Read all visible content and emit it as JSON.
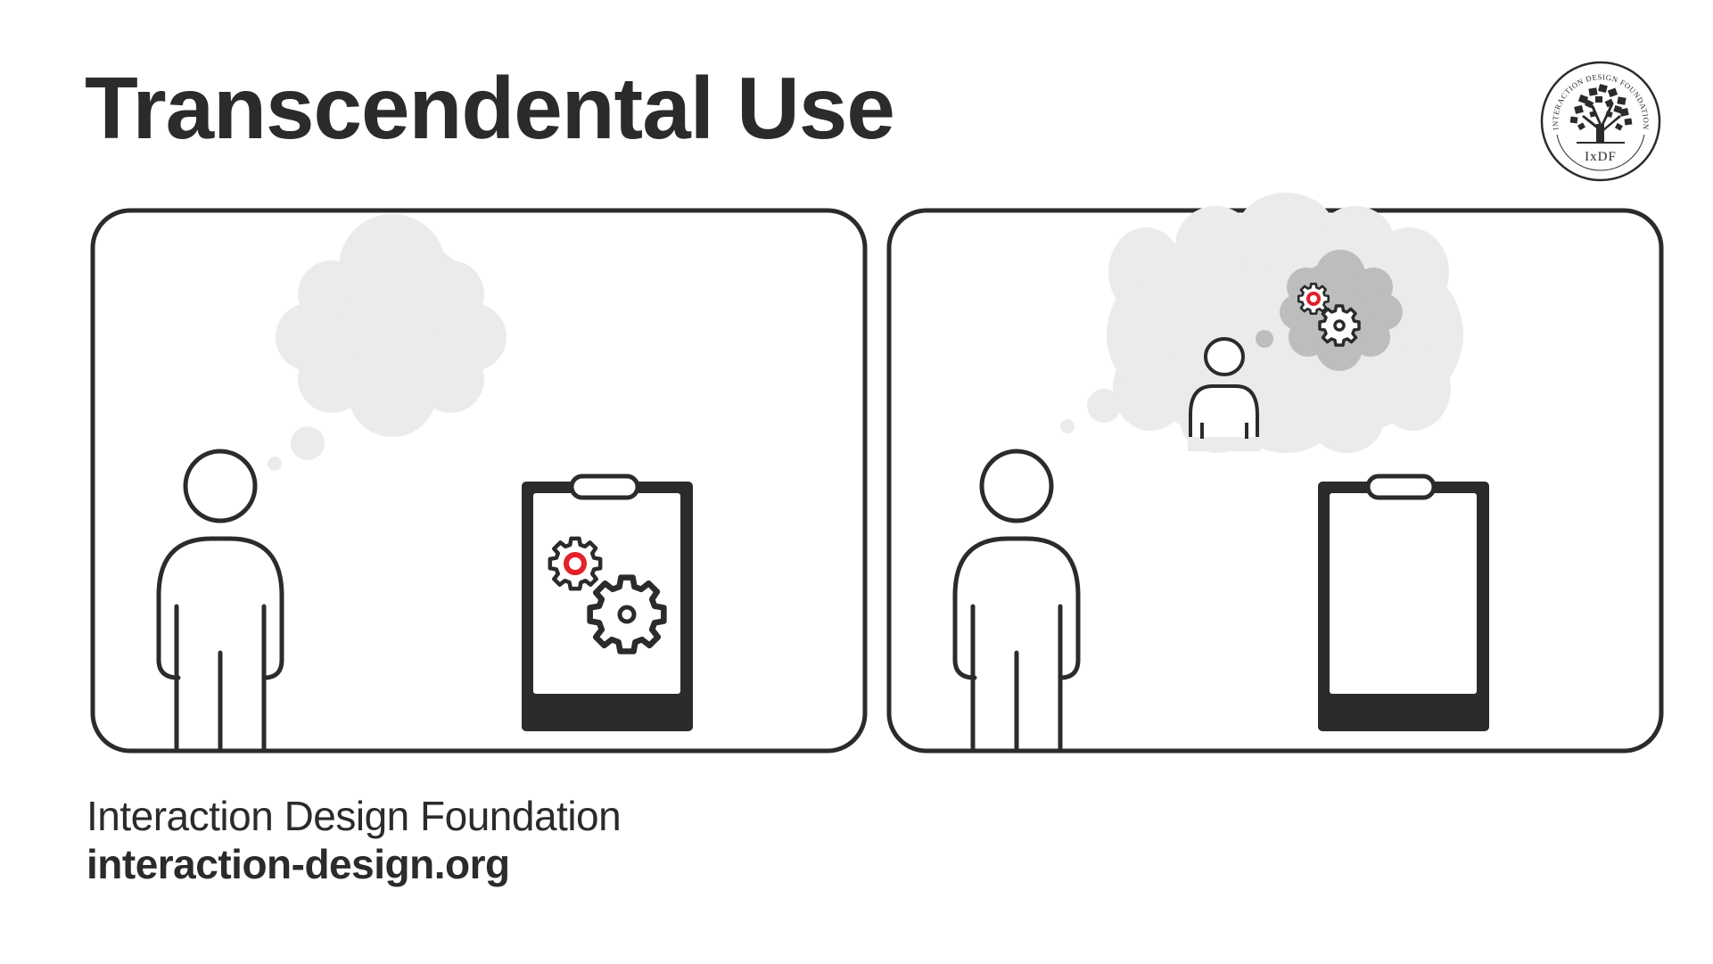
{
  "header": {
    "title": "Transcendental Use"
  },
  "logo": {
    "ring_text": "INTERACTION DESIGN FOUNDATION",
    "monogram": "IxDF",
    "icon": "tree-icon"
  },
  "panels": [
    {
      "id": "panel-left",
      "description": "Person thinking with empty thought bubble; device shows gears",
      "figures": [
        "person-icon",
        "thought-bubble-icon",
        "clipboard-device-icon",
        "gears-icon"
      ],
      "thought_bubble": "empty",
      "device_content": "gears"
    },
    {
      "id": "panel-right",
      "description": "Person thinking of a person who thinks of gears; device is blank",
      "figures": [
        "person-icon",
        "thought-bubble-icon",
        "nested-person-icon",
        "nested-thought-bubble-icon",
        "gears-icon",
        "clipboard-device-icon"
      ],
      "thought_bubble": "person thinking of gears",
      "device_content": "blank"
    }
  ],
  "colors": {
    "ink": "#2b2b2b",
    "accent_red": "#e4202a",
    "bubble_light": "#ebebeb",
    "bubble_dark": "#bdbdbd",
    "background": "#ffffff"
  },
  "footer": {
    "organization": "Interaction Design Foundation",
    "url": "interaction-design.org"
  }
}
